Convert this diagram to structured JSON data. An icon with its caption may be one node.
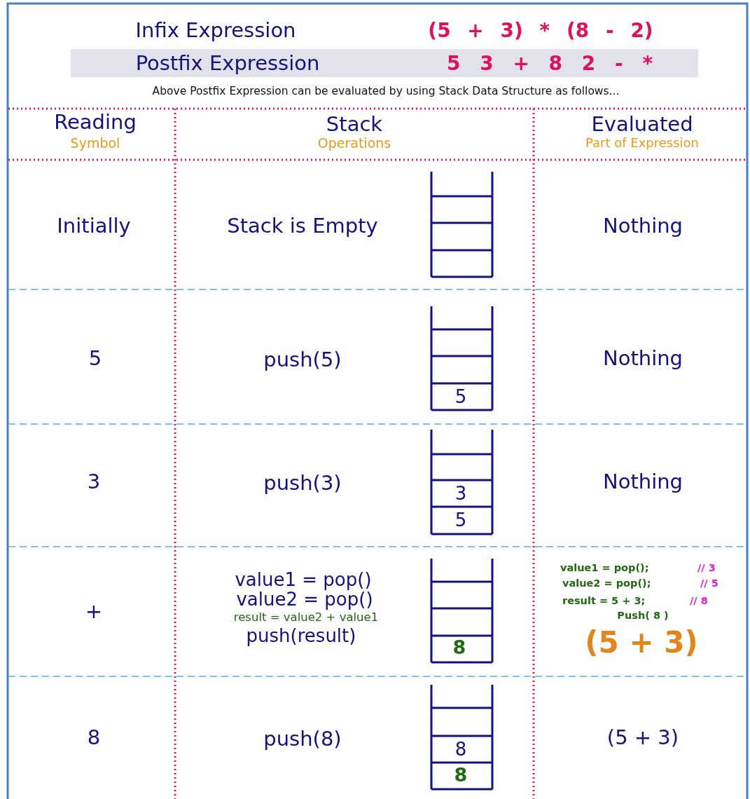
{
  "diagram": {
    "labels": [
      "Infix Expression",
      "(5 + 3) * (8 - 2)",
      "Postfix Expression",
      "5 3 + 8 2 - *",
      "Above Postfix Expression can be evaluated by using Stack Data Structure as follows...",
      "Reading",
      "Symbol",
      "Stack",
      "Operations",
      "Evaluated",
      "Part of Expression",
      "Initially",
      "Stack is Empty",
      "Nothing",
      "5",
      "push(5)",
      "5",
      "Nothing",
      "3",
      "push(3)",
      "3",
      "5",
      "Nothing",
      "+",
      "value1 = pop()",
      "value2 = pop()",
      "result = value2 + value1",
      "push(result)",
      "8",
      "value1 = pop();",
      "// 3",
      "value2 = pop();",
      "// 5",
      "result = 5 + 3;",
      "// 8",
      "Push( 8 )",
      "(5 + 3)",
      "8",
      "push(8)",
      "8",
      "8",
      "(5 + 3)"
    ]
  }
}
